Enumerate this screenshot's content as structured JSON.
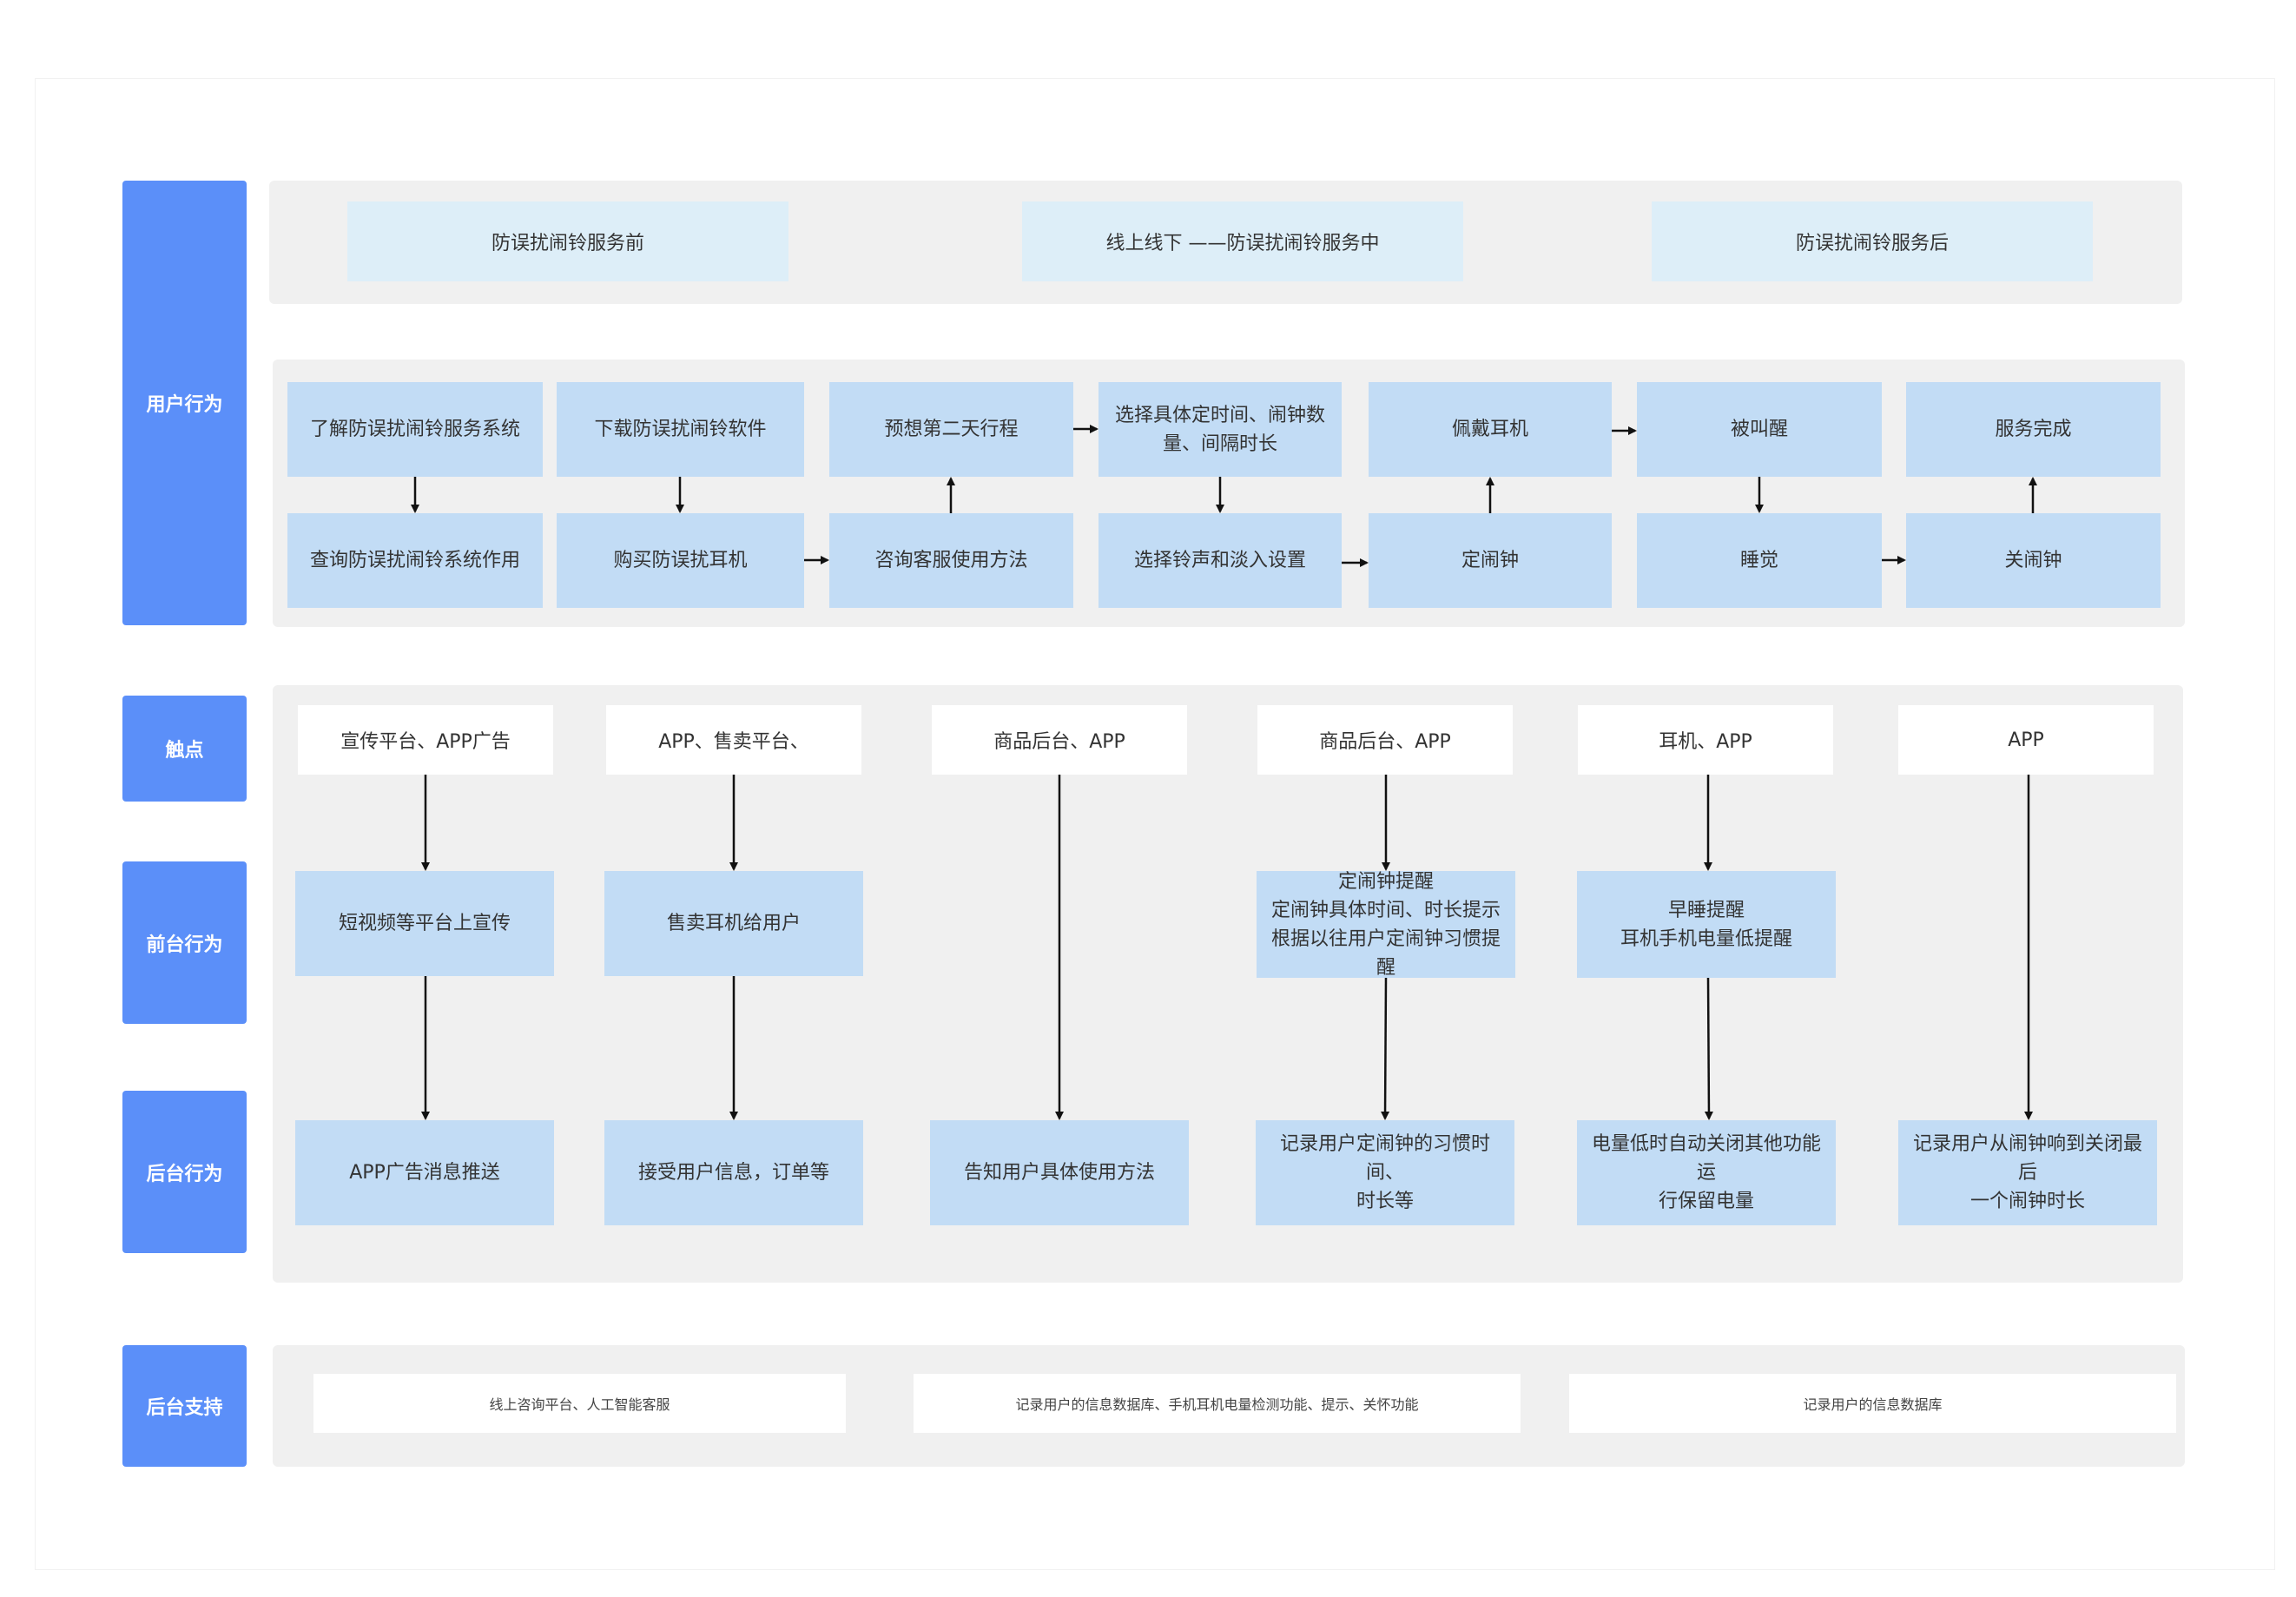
{
  "lanes": {
    "user": "用户行为",
    "touch": "触点",
    "front": "前台行为",
    "back": "后台行为",
    "support": "后台支持"
  },
  "stages": [
    "防误扰闹铃服务前",
    "线上线下 ——防误扰闹铃服务中",
    "防误扰闹铃服务后"
  ],
  "user_top": [
    "了解防误扰闹铃服务系统",
    "下载防误扰闹铃软件",
    "预想第二天行程",
    "选择具体定时间、闹钟数\n量、间隔时长",
    "佩戴耳机",
    "被叫醒",
    "服务完成"
  ],
  "user_bottom": [
    "查询防误扰闹铃系统作用",
    "购买防误扰耳机",
    "咨询客服使用方法",
    "选择铃声和淡入设置",
    "定闹钟",
    "睡觉",
    "关闹钟"
  ],
  "touchpoints": [
    "宣传平台、APP广告",
    "APP、售卖平台、",
    "商品后台、APP",
    "商品后台、APP",
    "耳机、APP",
    "APP"
  ],
  "front": [
    "短视频等平台上宣传",
    "售卖耳机给用户",
    "定闹钟提醒\n定闹钟具体时间、时长提示\n根据以往用户定闹钟习惯提醒",
    "早睡提醒\n耳机手机电量低提醒"
  ],
  "back": [
    "APP广告消息推送",
    "接受用户信息，订单等",
    "告知用户具体使用方法",
    "记录用户定闹钟的习惯时间、\n时长等",
    "电量低时自动关闭其他功能运\n行保留电量",
    "记录用户从闹钟响到关闭最后\n一个闹钟时长"
  ],
  "support": [
    "线上咨询平台、人工智能客服",
    "记录用户的信息数据库、手机耳机电量检测功能、提示、关怀功能",
    "记录用户的信息数据库"
  ],
  "colors": {
    "lane": "#5b8ff9",
    "box": "#c2dcf5",
    "stage": "#ddeef8",
    "panel": "#f0f0f0"
  }
}
